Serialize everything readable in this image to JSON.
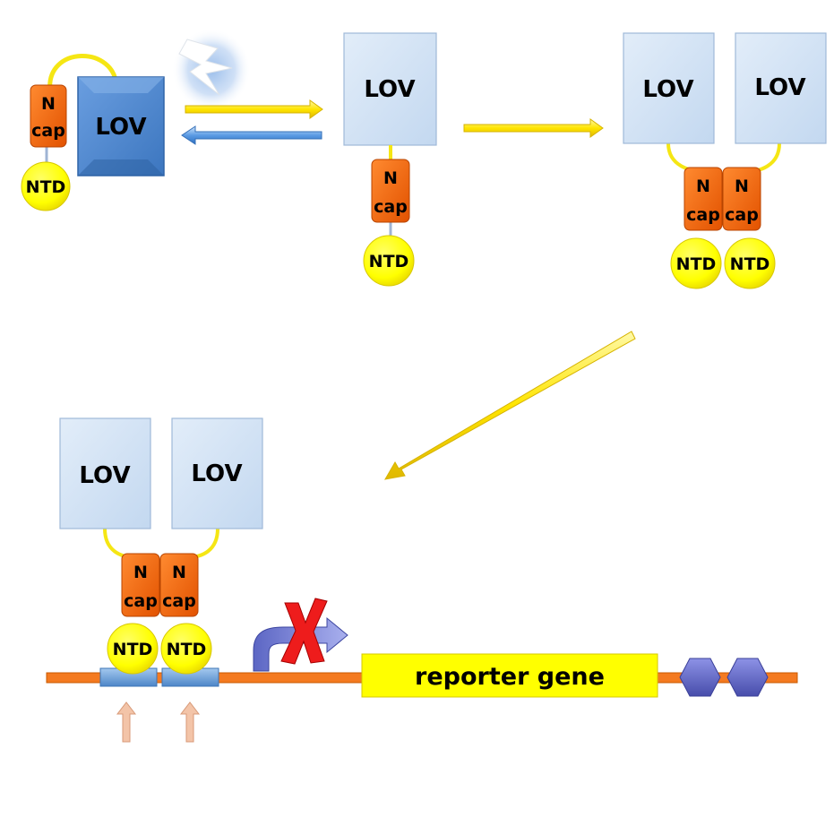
{
  "labels": {
    "lov": "LOV",
    "ncap_n": "N",
    "ncap_cap": "cap",
    "ntd": "NTD",
    "reporter_gene": "reporter gene"
  },
  "colors": {
    "lov_dark": "#4f88cc",
    "lov_light": "#cfe0f3",
    "ncap_orange": "#f26a10",
    "ntd_yellow": "#ffff00",
    "linker_yellow": "#f5e614",
    "dna_orange": "#f47a20",
    "binding_site_blue": "#6fa6dd",
    "hexagon_purple": "#6066c6",
    "block_red": "#ee1c1c",
    "promoter_arrow": "#7c86d8",
    "site_arrow": "#f3c4a8"
  }
}
